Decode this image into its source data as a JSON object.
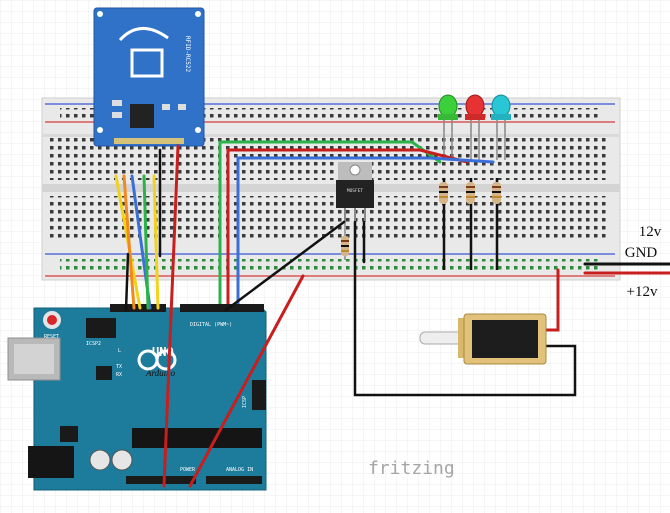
{
  "rfid": {
    "model": "RFID-RC522"
  },
  "arduino": {
    "reset_label": "RESET",
    "icsp2_label": "ICSP2",
    "icsp_label": "ICSP",
    "brand": "Arduino",
    "uno": "UNO",
    "tx": "TX",
    "rx": "RX",
    "l": "L",
    "digital_label": "DIGITAL (PWM~)",
    "power_label": "POWER",
    "analog_label": "ANALOG IN"
  },
  "transistor": {
    "label": "MOSFET"
  },
  "power": {
    "v12": "12v",
    "gnd": "GND",
    "v12_pos": "+12v"
  },
  "watermark": "fritzing",
  "colors": {
    "board_teal": "#1d7b9b",
    "rfid_blue": "#2f72c8",
    "led_green": "#3ccf3c",
    "led_red": "#e63232",
    "led_cyan": "#29c6d6",
    "wire_red": "#c81e1e",
    "wire_black": "#1a1a1a",
    "wire_green": "#2bb34a",
    "wire_blue": "#3b6fd8",
    "wire_yellow": "#f2d21b",
    "wire_orange": "#f08a1c"
  }
}
